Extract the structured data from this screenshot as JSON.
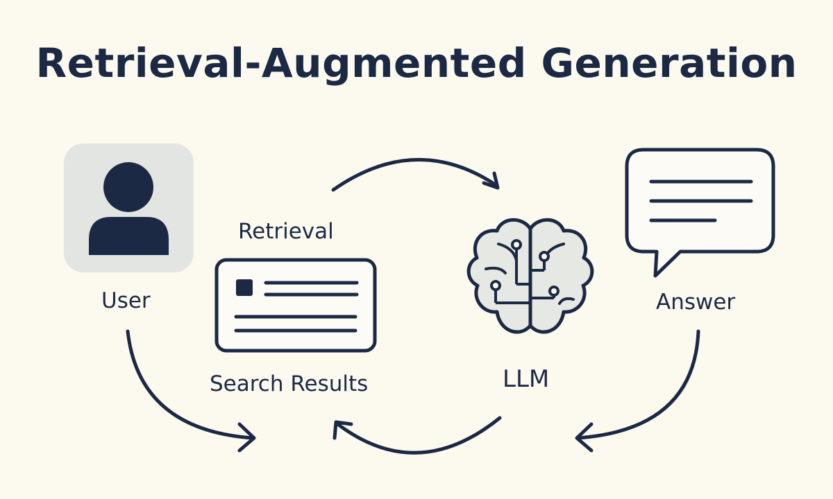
{
  "title": "Retrieval-Augmented Generation",
  "nodes": {
    "user": {
      "label": "User",
      "icon": "user-icon"
    },
    "retrieval": {
      "label": "Retrieval"
    },
    "search_results": {
      "label": "Search Results",
      "icon": "document-card-icon"
    },
    "llm": {
      "label": "LLM",
      "icon": "brain-circuit-icon"
    },
    "answer": {
      "label": "Answer",
      "icon": "speech-bubble-icon"
    }
  },
  "colors": {
    "background": "#fcf9ef",
    "ink": "#1b2945",
    "icon_tile": "#e3e5e3",
    "brain_fill": "#e6e8e4",
    "card_fill": "#fdfbf5"
  }
}
